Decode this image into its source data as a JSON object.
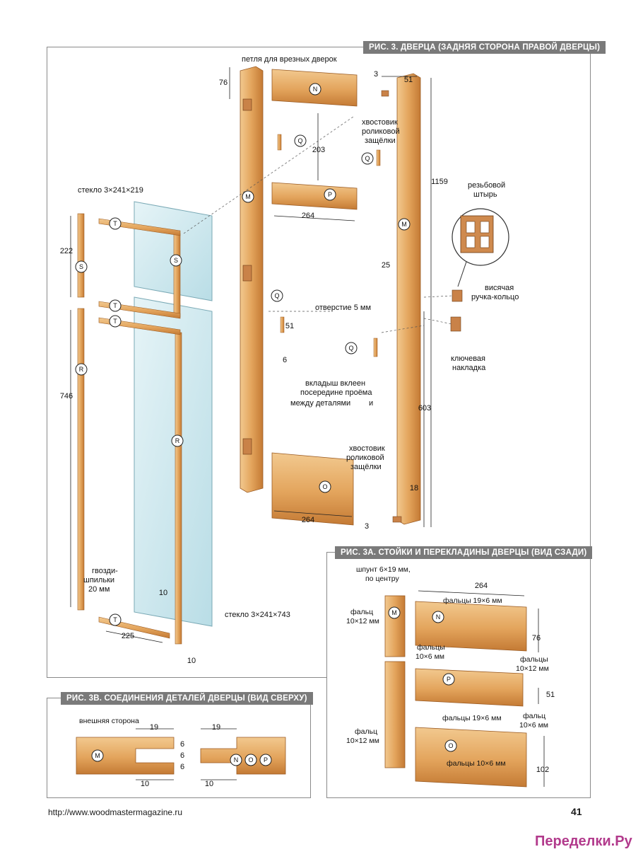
{
  "headers": {
    "fig3": "РИС. 3. ДВЕРЦА (ЗАДНЯЯ СТОРОНА ПРАВОЙ ДВЕРЦЫ)",
    "fig3a": "РИС. 3А. СТОЙКИ И ПЕРЕКЛАДИНЫ ДВЕРЦЫ (ВИД СЗАДИ)",
    "fig3b": "РИС. 3В. СОЕДИНЕНИЯ ДЕТАЛЕЙ ДВЕРЦЫ (ВИД СВЕРХУ)"
  },
  "labels": {
    "hinge": "петля для врезных дверок",
    "roller_tail_1": "хвостовик",
    "roller_tail_2": "роликовой",
    "roller_tail_3": "защёлки",
    "glass_top": "стекло 3×241×219",
    "glass_bottom": "стекло 3×241×743",
    "threaded_1": "резьбовой",
    "threaded_2": "штырь",
    "ring_1": "висячая",
    "ring_2": "ручка-кольцо",
    "hole": "отверстие 5 мм",
    "insert_1": "вкладыш вклеен",
    "insert_2": "посередине проёма",
    "insert_3": "между деталями",
    "insert_and": "и",
    "key_1": "ключевая",
    "key_2": "накладка",
    "nails_1": "гвозди-",
    "nails_2": "шпильки",
    "nails_3": "20 мм",
    "tongue_1": "шпунт 6×19 мм,",
    "tongue_2": "по центру",
    "rebate_m_1": "фальц",
    "rebate_m_2": "10×12 мм",
    "rebates_19x6": "фальцы 19×6 мм",
    "rebates_10x6_1": "фальцы",
    "rebates_10x6_2": "10×6 мм",
    "rebates_10x12_1": "фальцы",
    "rebates_10x12_2": "10×12 мм",
    "rebate_10x6_1": "фальц",
    "rebate_10x6_2": "10×6 мм",
    "rebates_10x6_inline": "фальцы 10×6 мм",
    "outer_side": "внешняя сторона"
  },
  "parts": {
    "M": "M",
    "N": "N",
    "O": "O",
    "P": "P",
    "Q": "Q",
    "R": "R",
    "S": "S",
    "T": "T"
  },
  "dims": {
    "d76": "76",
    "d203": "203",
    "d264": "264",
    "d1159": "1159",
    "d3": "3",
    "d51": "51",
    "d25": "25",
    "d222": "222",
    "d746": "746",
    "d603": "603",
    "d18": "18",
    "d6": "6",
    "d10": "10",
    "d225": "225",
    "d19": "19",
    "d102": "102"
  },
  "footer": {
    "url": "http://www.woodmastermagazine.ru",
    "page": "41"
  },
  "watermark": "Переделки.Ру",
  "colors": {
    "wood": "#e0a05a",
    "wood_dark": "#b86f2c",
    "wood_light": "#f0c58c",
    "glass": "#cfe9ef",
    "header": "#7a7a7a",
    "panel_border": "#8a8a8a"
  }
}
